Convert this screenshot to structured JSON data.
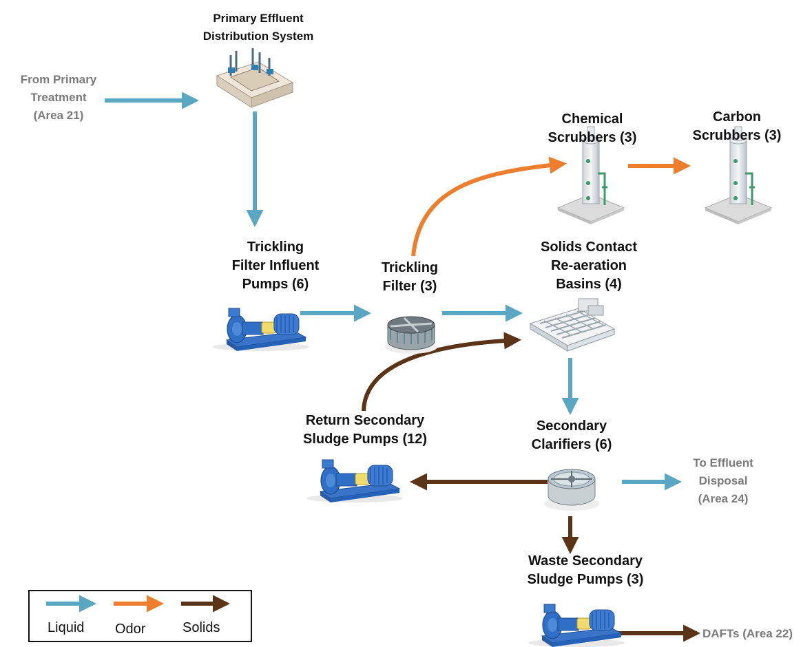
{
  "labels": {
    "primary_effluent": [
      "Primary Effluent",
      "Distribution System"
    ],
    "from_primary": [
      "From Primary",
      "Treatment",
      "(Area 21)"
    ],
    "chemical_scrubbers": [
      "Chemical",
      "Scrubbers (3)"
    ],
    "carbon_scrubbers": [
      "Carbon",
      "Scrubbers (3)"
    ],
    "tf_influent_pumps": [
      "Trickling",
      "Filter Influent",
      "Pumps (6)"
    ],
    "trickling_filter": [
      "Trickling",
      "Filter (3)"
    ],
    "solids_contact": [
      "Solids Contact",
      "Re-aeration",
      "Basins (4)"
    ],
    "return_sludge": [
      "Return Secondary",
      "Sludge Pumps (12)"
    ],
    "secondary_clarifiers": [
      "Secondary",
      "Clarifiers (6)"
    ],
    "to_effluent": [
      "To Effluent",
      "Disposal",
      "(Area 24)"
    ],
    "waste_sludge": [
      "Waste Secondary",
      "Sludge Pumps (3)"
    ],
    "dafts": "DAFTs (Area 22)"
  },
  "legend": {
    "liquid": "Liquid",
    "odor": "Odor",
    "solids": "Solids"
  },
  "colors": {
    "liquid": "#5aa7c4",
    "odor": "#ef7d2e",
    "solids": "#5b3418",
    "pump_blue": "#2f6fc6"
  }
}
